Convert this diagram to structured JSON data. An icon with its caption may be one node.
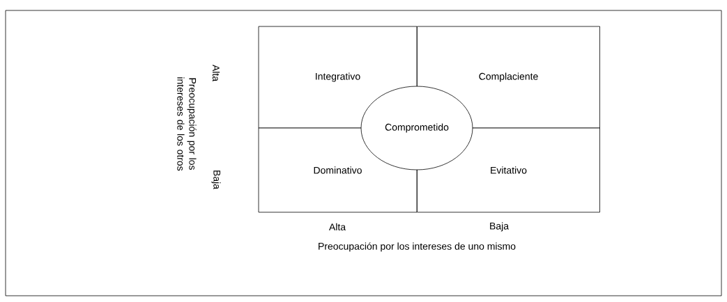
{
  "diagram": {
    "nodes": [
      {
        "text": [
          "Integrativo"
        ]
      },
      {
        "text": [
          "Complaciente"
        ]
      },
      {
        "text": [
          "Comprometido"
        ]
      },
      {
        "text": [
          "Dominativo"
        ]
      },
      {
        "text": [
          "Evitativo"
        ]
      }
    ],
    "labels": [
      "Preocupación por los intereses de los otros",
      "Alta",
      "Baja",
      "Alta",
      "Baja",
      "Preocupación por los intereses de uno mismo"
    ]
  }
}
